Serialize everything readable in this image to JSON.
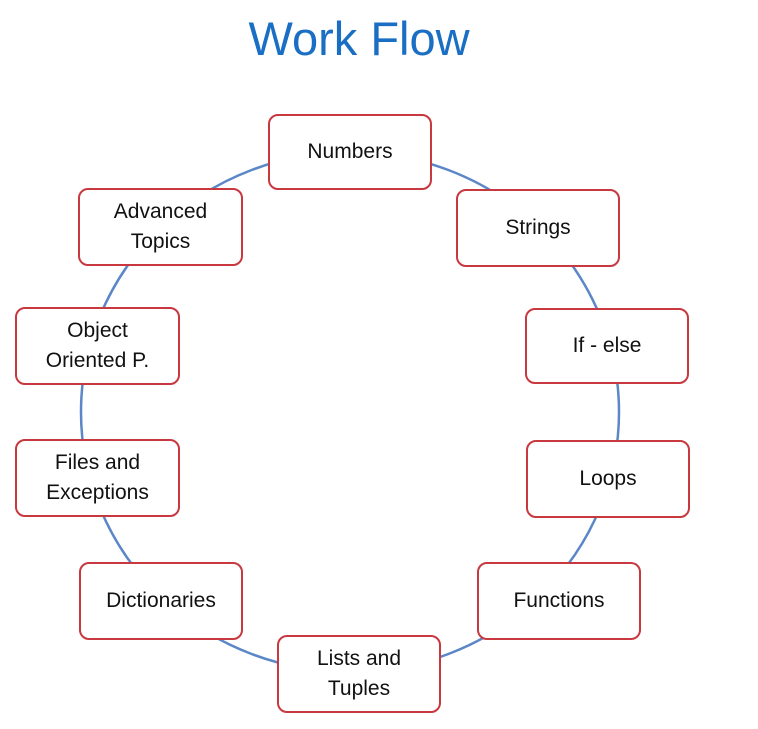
{
  "title": "Work Flow",
  "colors": {
    "title": "#1a6fc4",
    "ring": "#5b86c8",
    "node_border": "#c8383f",
    "node_text": "#111111"
  },
  "steps": [
    "Numbers",
    "Strings",
    "If - else",
    "Loops",
    "Functions",
    "Lists and\nTuples",
    "Dictionaries",
    "Files and\nExceptions",
    "Object\nOriented P.",
    "Advanced\nTopics"
  ]
}
